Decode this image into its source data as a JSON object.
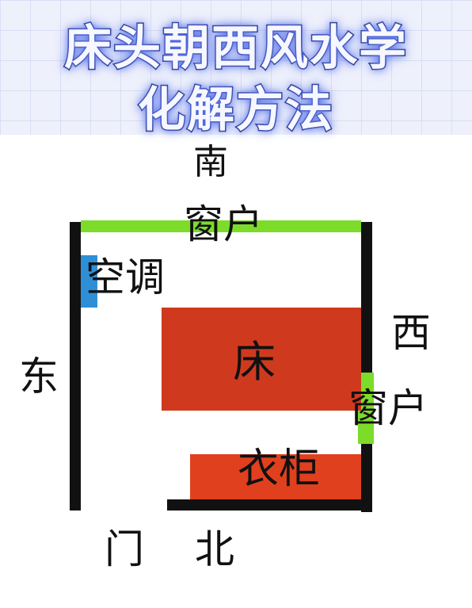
{
  "title": {
    "line1": "床头朝西风水学",
    "line2": "化解方法"
  },
  "directions": {
    "south": "南",
    "west": "西",
    "east": "东",
    "north": "北"
  },
  "labels": {
    "south_window": "窗户",
    "air_conditioner": "空调",
    "bed": "床",
    "west_window": "窗户",
    "wardrobe": "衣柜",
    "door": "门"
  },
  "colors": {
    "wall": "#111111",
    "window": "#7ddc2a",
    "air_conditioner": "#2f8fd6",
    "bed": "#cf3a1f",
    "wardrobe": "#e0401e"
  }
}
